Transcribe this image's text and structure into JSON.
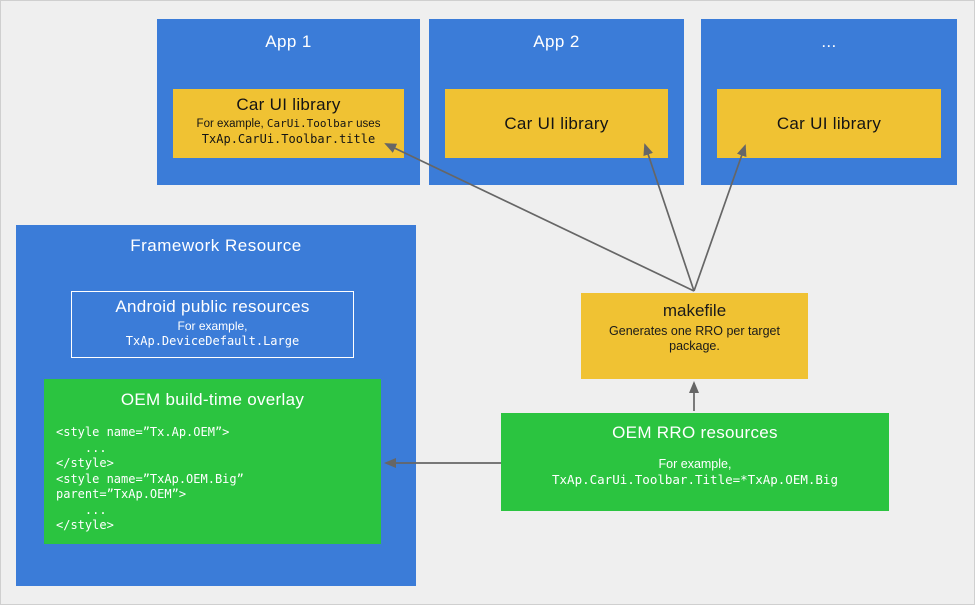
{
  "colors": {
    "blue": "#3B7CD8",
    "yellow": "#F0C233",
    "green": "#2BC440",
    "background": "#EFEFEF",
    "arrow": "#666666"
  },
  "apps": [
    {
      "title": "App 1",
      "library": {
        "title": "Car UI library",
        "note_prefix": "For example, ",
        "note_code": "CarUi.Toolbar",
        "note_suffix": " uses",
        "note_line2": "TxAp.CarUi.Toolbar.title"
      }
    },
    {
      "title": "App 2",
      "library": {
        "title": "Car UI library"
      }
    },
    {
      "title": "...",
      "library": {
        "title": "Car UI library"
      }
    }
  ],
  "framework": {
    "title": "Framework Resource",
    "android_public": {
      "title": "Android public resources",
      "example_label": "For example,",
      "example_code": "TxAp.DeviceDefault.Large"
    },
    "oem_overlay": {
      "title": "OEM build-time overlay",
      "code": "<style name=”Tx.Ap.OEM”>\n    ...\n</style>\n<style name=”TxAp.OEM.Big”\nparent=”TxAp.OEM”>\n    ...\n</style>"
    }
  },
  "makefile": {
    "title": "makefile",
    "description": "Generates one RRO per target package."
  },
  "oem_rro": {
    "title": "OEM RRO resources",
    "example_label": "For example,",
    "example_code": "TxAp.CarUi.Toolbar.Title=*TxAp.OEM.Big"
  }
}
